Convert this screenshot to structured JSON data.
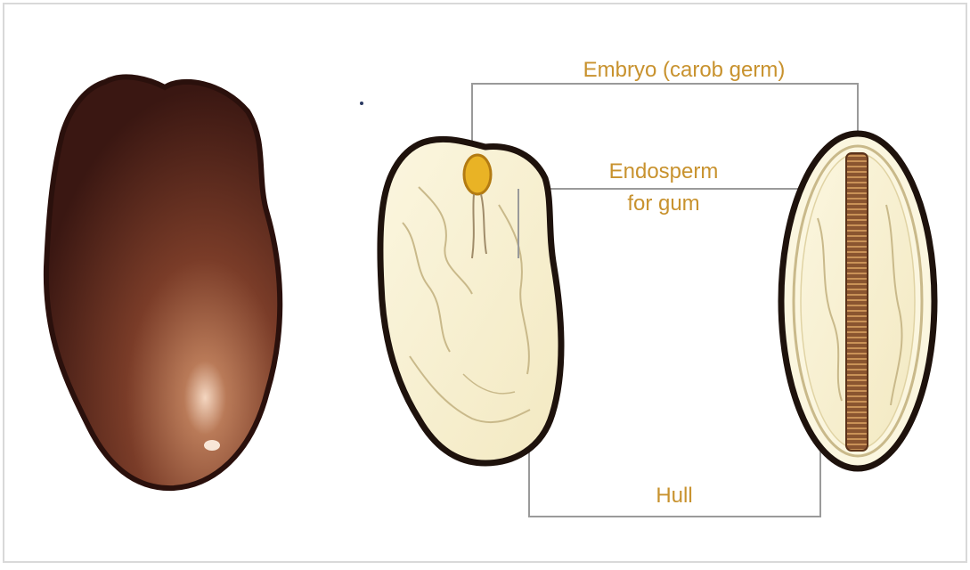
{
  "labels": {
    "embryo": "Embryo (carob germ)",
    "endosperm_line1": "Endosperm",
    "endosperm_line2": "for gum",
    "hull": "Hull"
  },
  "colors": {
    "label_text": "#c8922e",
    "leader_line": "#9a9a9a",
    "seed_dark": "#3a1712",
    "seed_mid": "#6b3324",
    "endosperm_fill": "#f7f0cf",
    "hull_outline": "#1e120c",
    "embryo_fill": "#e9b325",
    "frame": "#d9d9d9"
  }
}
